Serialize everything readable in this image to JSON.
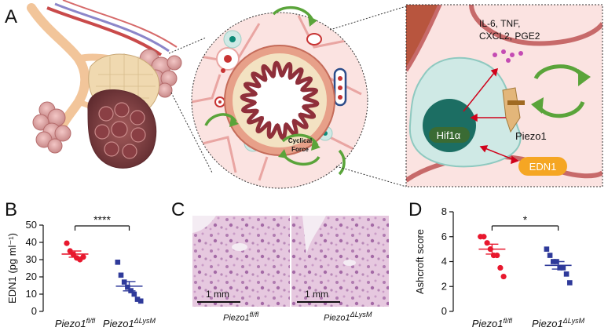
{
  "panels": {
    "a": "A",
    "b": "B",
    "c": "C",
    "d": "D"
  },
  "panel_a": {
    "mediators": "IL-6,  TNF,",
    "mediators2": "CXCL2, PGE2",
    "hif_label": "Hif1α",
    "piezo_label": "Piezo1",
    "edn_label": "EDN1",
    "force_label_1": "Cyclical",
    "force_label_2": "Force",
    "colors": {
      "hif": "#3a6b33",
      "edn": "#f5a623",
      "green": "#5aa43a",
      "red": "#d0021b"
    }
  },
  "panel_c": {
    "left_label": "Piezo1",
    "left_sup": "fl/fl",
    "right_label": "Piezo1",
    "right_sup": "ΔLysM",
    "scale_left": "1 mm",
    "scale_right": "1 mm"
  },
  "chart_data": [
    {
      "type": "scatter",
      "panel": "B",
      "ylabel": "EDN1 (pg ml⁻¹)",
      "ylim": [
        0,
        50
      ],
      "yticks": [
        "0",
        "10",
        "20",
        "30",
        "40",
        "50"
      ],
      "categories": [
        "Piezo1fl/fl",
        "Piezo1ΔLysM"
      ],
      "category_base": [
        "Piezo1",
        "Piezo1"
      ],
      "category_sup": [
        "fl/fl",
        "ΔLysM"
      ],
      "significance": "****",
      "series": [
        {
          "values": [
            39.5,
            35,
            33,
            31,
            30,
            31.5
          ],
          "mean": 33.2,
          "sem": 1.8,
          "color": "#e8182e",
          "marker": "circle"
        },
        {
          "values": [
            28.5,
            21,
            17,
            14,
            12,
            10,
            7,
            6
          ],
          "mean": 14.6,
          "sem": 2.7,
          "color": "#2f3a9a",
          "marker": "square"
        }
      ]
    },
    {
      "type": "scatter",
      "panel": "D",
      "ylabel": "Ashcroft score",
      "ylim": [
        0,
        8
      ],
      "yticks": [
        "0",
        "2",
        "4",
        "6",
        "8"
      ],
      "categories": [
        "Piezo1fl/fl",
        "Piezo1ΔLysM"
      ],
      "category_base": [
        "Piezo1",
        "Piezo1"
      ],
      "category_sup": [
        "fl/fl",
        "ΔLysM"
      ],
      "significance": "*",
      "series": [
        {
          "values": [
            6.0,
            6.0,
            5.5,
            5.0,
            4.5,
            4.5,
            3.5,
            2.8
          ],
          "mean": 5.0,
          "sem": 0.4,
          "color": "#e8182e",
          "marker": "circle"
        },
        {
          "values": [
            5.0,
            4.5,
            4.0,
            4.0,
            3.5,
            3.5,
            3.0,
            2.3
          ],
          "mean": 3.7,
          "sem": 0.3,
          "color": "#2f3a9a",
          "marker": "square"
        }
      ]
    }
  ]
}
